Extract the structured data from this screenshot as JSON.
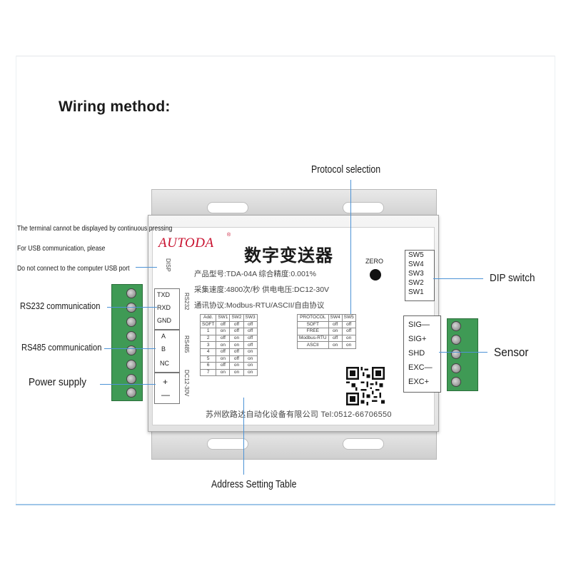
{
  "heading": "Wiring method:",
  "callouts": {
    "usb_line1": "The terminal cannot be displayed by continuous pressing",
    "usb_line2": "For USB communication, please",
    "usb_line3": "Do not connect to the computer USB port",
    "rs232": "RS232 communication",
    "rs485": "RS485 communication",
    "power": "Power supply",
    "protocol": "Protocol selection",
    "dip": "DIP switch",
    "sensor": "Sensor",
    "address": "Address Setting Table"
  },
  "device": {
    "brand": "AUTODA",
    "brand_mark": "®",
    "product_name": "数字变送器",
    "zero_label": "ZERO",
    "specs": [
      "产品型号:TDA-04A  综合精度:0.001%",
      "采集速度:4800次/秒  供电电压:DC12-30V",
      "通讯协议:Modbus-RTU/ASCII/自由协议"
    ],
    "footer": "苏州欧路达自动化设备有限公司  Tel:0512-66706550",
    "side_labels": {
      "disp": "DISP",
      "rs232": "RS232",
      "rs485": "RS485",
      "power": "DC12-30V"
    },
    "left_terminals": [
      "TXD",
      "RXD",
      "GND",
      "A",
      "B",
      "NC",
      "+",
      "—"
    ],
    "dip_switches": [
      "SW5",
      "SW4",
      "SW3",
      "SW2",
      "SW1"
    ],
    "sensor_terminals": [
      "SIG—",
      "SIG+",
      "SHD",
      "EXC—",
      "EXC+"
    ],
    "address_table": {
      "headers": [
        "Add.",
        "SW1",
        "SW2",
        "SW3"
      ],
      "rows": [
        [
          "SOFT",
          "off",
          "off",
          "off"
        ],
        [
          "1",
          "on",
          "off",
          "off"
        ],
        [
          "2",
          "off",
          "on",
          "off"
        ],
        [
          "3",
          "on",
          "on",
          "off"
        ],
        [
          "4",
          "off",
          "off",
          "on"
        ],
        [
          "5",
          "on",
          "off",
          "on"
        ],
        [
          "6",
          "off",
          "on",
          "on"
        ],
        [
          "7",
          "on",
          "on",
          "on"
        ]
      ]
    },
    "protocol_table": {
      "headers": [
        "PROTOCOL",
        "SW4",
        "SW5"
      ],
      "rows": [
        [
          "SOFT",
          "off",
          "off"
        ],
        [
          "FREE",
          "on",
          "off"
        ],
        [
          "Modbus-RTU",
          "off",
          "on"
        ],
        [
          "ASCII",
          "on",
          "on"
        ]
      ]
    }
  },
  "colors": {
    "callout_line": "#4d93d6",
    "brand": "#c8102e",
    "terminal_green": "#3f9a55"
  }
}
